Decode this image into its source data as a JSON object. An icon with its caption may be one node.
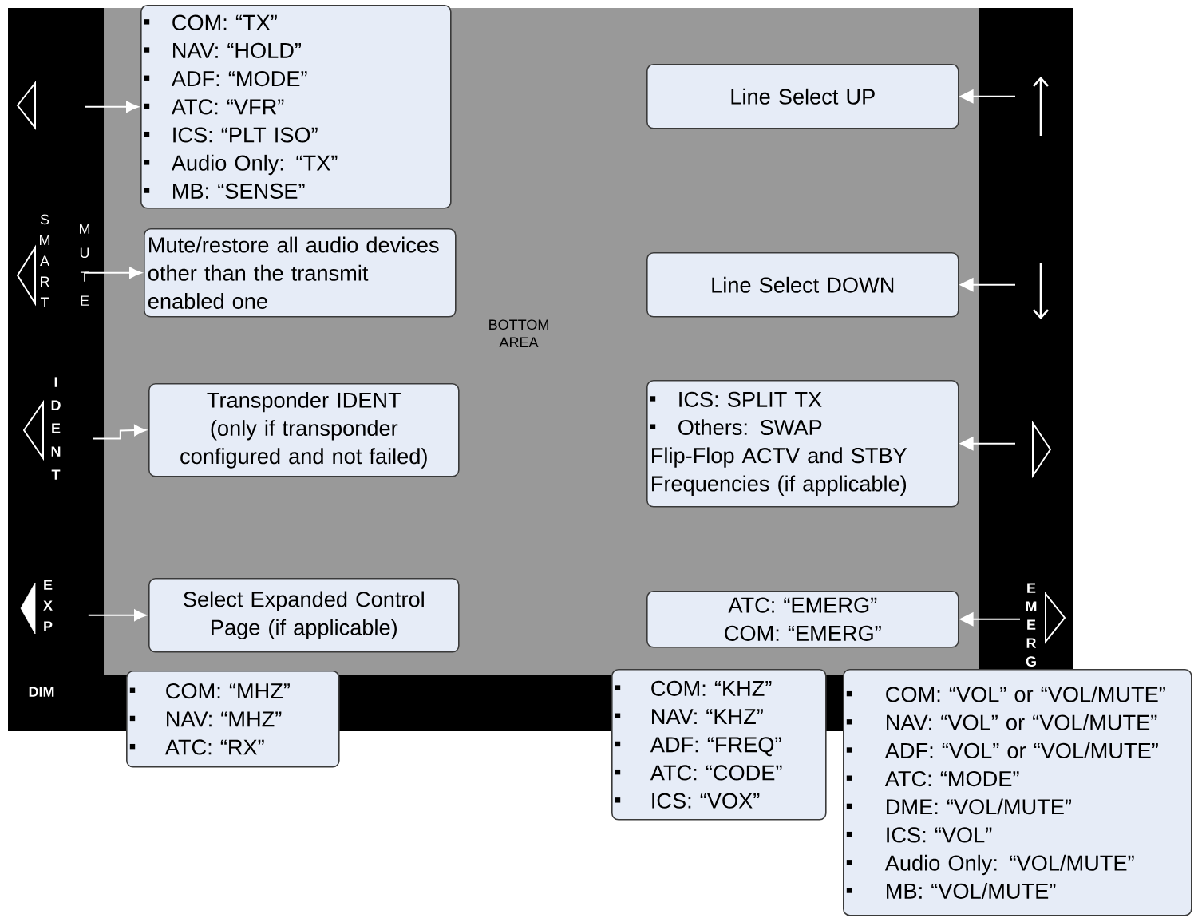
{
  "diagram": {
    "nodes": [
      {
        "text": [
          "COM: “TX”",
          "NAV: “HOLD”",
          "ADF: “MODE”",
          "ATC: “VFR”",
          "ICS: “PLT ISO”",
          "Audio Only: “TX”",
          "MB: “SENSE”"
        ]
      },
      {
        "text": [
          "Mute/restore all audio devices other than the transmit enabled one"
        ]
      },
      {
        "text": [
          "Transponder IDENT (only if transponder configured and not failed)"
        ]
      },
      {
        "text": [
          "Select Expanded Control Page (if applicable)"
        ]
      },
      {
        "text": [
          "Line Select UP"
        ]
      },
      {
        "text": [
          "Line Select DOWN"
        ]
      },
      {
        "text": [
          "ICS: SPLIT TX",
          "Others: SWAP",
          "Flip-Flop ACTV and STBY Frequencies (if applicable)"
        ]
      },
      {
        "text": [
          "ATC: “EMERG”",
          "COM: “EMERG”"
        ]
      },
      {
        "text": [
          "COM: “MHZ”",
          "NAV: “MHZ”",
          "ATC: “RX”"
        ]
      },
      {
        "text": [
          "COM: “KHZ”",
          "NAV: “KHZ”",
          "ADF: “FREQ”",
          "ATC: “CODE”",
          "ICS: “VOX”"
        ]
      },
      {
        "text": [
          "COM: “VOL” or “VOL/MUTE”",
          "NAV: “VOL” or “VOL/MUTE”",
          "ADF: “VOL” or “VOL/MUTE”",
          "ATC: “MODE”",
          "DME: “VOL/MUTE”",
          "ICS: “VOL”",
          "Audio Only: “VOL/MUTE”",
          "MB: “VOL/MUTE”"
        ]
      },
      {
        "text": [],
        "shape": "triangle"
      },
      {
        "text": [],
        "shape": "triangle",
        "beside": [
          "SMART",
          "MUTE"
        ]
      },
      {
        "text": [],
        "shape": "triangle",
        "beside": [
          "IDENT"
        ]
      },
      {
        "text": [],
        "shape": "triangle",
        "beside": [
          "EXP"
        ]
      },
      {
        "text": [],
        "shape": "arrow"
      },
      {
        "text": [],
        "shape": "arrow"
      },
      {
        "text": [],
        "shape": "triangle"
      },
      {
        "text": [],
        "shape": "triangle"
      }
    ],
    "edges": [
      {
        "from": 11,
        "to": 0,
        "arrow": "to"
      },
      {
        "from": 12,
        "to": 1,
        "arrow": "to"
      },
      {
        "from": 13,
        "to": 2,
        "arrow": "to"
      },
      {
        "from": 14,
        "to": 3,
        "arrow": "to"
      },
      {
        "from": 15,
        "to": 4,
        "arrow": "to"
      },
      {
        "from": 16,
        "to": 5,
        "arrow": "to"
      },
      {
        "from": 17,
        "to": 6,
        "arrow": "to"
      },
      {
        "from": 18,
        "to": 7,
        "arrow": "to"
      }
    ],
    "labels": [
      "BOTTOM AREA",
      "EMERG",
      "DIM"
    ]
  }
}
